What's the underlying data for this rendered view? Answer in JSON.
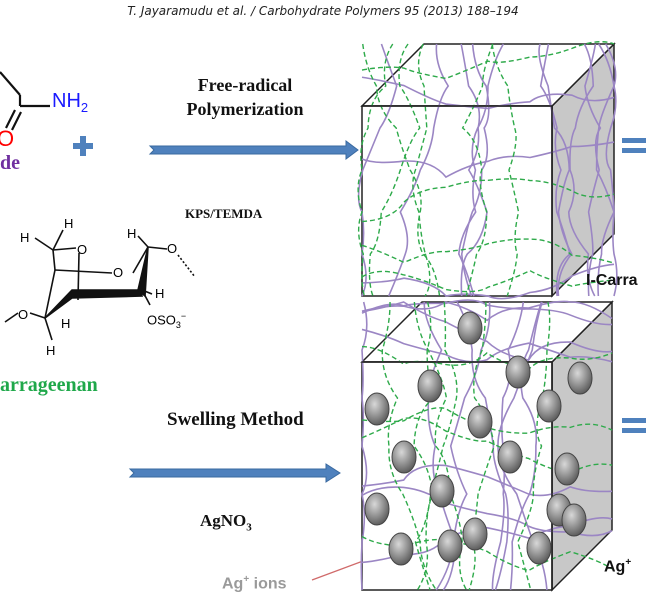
{
  "header": {
    "running_head": "T. Jayaramudu et al. / Carbohydrate Polymers 95 (2013) 188–194"
  },
  "monomer": {
    "amine": "NH",
    "amine_sub": "2",
    "oxygen": "O",
    "name_fragment": "de"
  },
  "plus_sign": "+",
  "carrageenan": {
    "atoms": {
      "h": "H",
      "o": "O",
      "sulfate": "OSO",
      "sulfate_sub": "3",
      "sulfate_charge": "−"
    },
    "name_fragment": "arrageenan"
  },
  "step1": {
    "line1": "Free-radical",
    "line2": "Polymerization",
    "reagent": "KPS/TEMDA"
  },
  "step2": {
    "method": "Swelling Method",
    "reagent": "AgNO",
    "reagent_sub": "3"
  },
  "product1": {
    "label": "I-Carra"
  },
  "product2": {
    "label": "Ag",
    "label_sup": "+"
  },
  "ion_callout": {
    "label": "Ag",
    "label_sup": "+",
    "label_rest": " ions"
  },
  "colors": {
    "arrow": "#4f81bd",
    "polymer": "#9b86c4",
    "crosslink": "#2eaa4a",
    "amine": "#1a1aff",
    "oxygen": "#ff0000",
    "monomer_name": "#7030a0",
    "carrageenan_name": "#1fa84a",
    "callout_line": "#d06a6a"
  }
}
